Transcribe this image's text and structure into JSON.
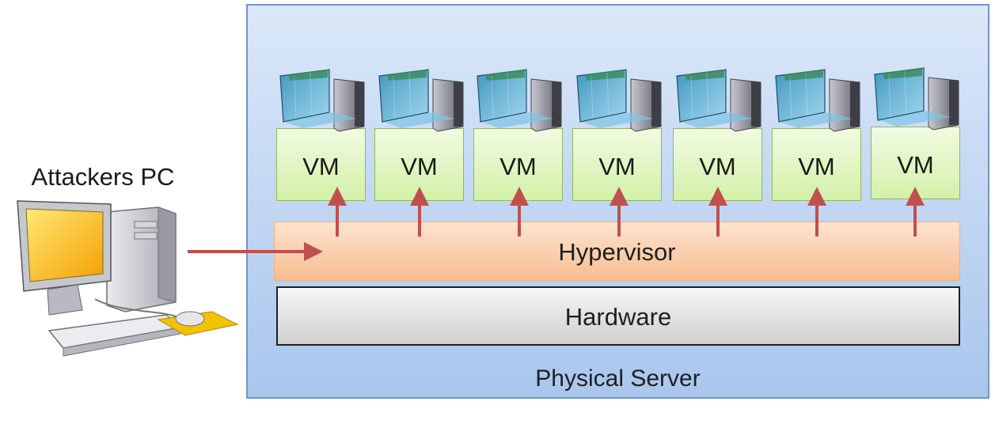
{
  "attacker": {
    "label": "Attackers PC"
  },
  "server": {
    "label": "Physical Server"
  },
  "hypervisor": {
    "label": "Hypervisor"
  },
  "hardware": {
    "label": "Hardware"
  },
  "vms": [
    {
      "label": "VM"
    },
    {
      "label": "VM"
    },
    {
      "label": "VM"
    },
    {
      "label": "VM"
    },
    {
      "label": "VM"
    },
    {
      "label": "VM"
    },
    {
      "label": "VM"
    }
  ],
  "icons": {
    "attacker_pc": "desktop-computer-icon",
    "vm": "server-computer-icon"
  },
  "colors": {
    "arrow": "#c0504d",
    "server_fill": "#a9c6ee",
    "vm_fill": "#d3f0a8",
    "hypervisor_fill": "#f7bd92",
    "hardware_fill": "#cfcfcf"
  }
}
